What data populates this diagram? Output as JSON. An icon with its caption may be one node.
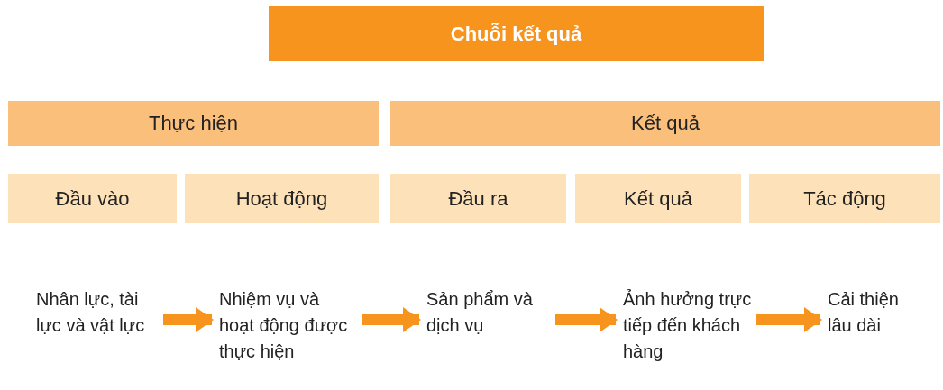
{
  "diagram": {
    "nodes": [
      {
        "text": [
          "Chuỗi kết quả"
        ]
      },
      {
        "text": [
          "Thực hiện"
        ]
      },
      {
        "text": [
          "Kết quả"
        ]
      },
      {
        "text": [
          "Đầu vào"
        ]
      },
      {
        "text": [
          "Hoạt động"
        ]
      },
      {
        "text": [
          "Đầu ra"
        ]
      },
      {
        "text": [
          "Kết quả"
        ]
      },
      {
        "text": [
          "Tác động"
        ]
      },
      {
        "text": [
          "Nhân lực, tài lực và vật lực"
        ]
      },
      {
        "text": [
          "Nhiệm vụ và hoạt động được thực hiện"
        ]
      },
      {
        "text": [
          "Sản phẩm và dịch vụ"
        ]
      },
      {
        "text": [
          "Ảnh hưởng trực tiếp đến khách hàng"
        ]
      },
      {
        "text": [
          "Cải thiện lâu dài"
        ]
      }
    ],
    "edges": [
      {
        "from": 8,
        "to": 9,
        "arrow": "to"
      },
      {
        "from": 9,
        "to": 10,
        "arrow": "to"
      },
      {
        "from": 10,
        "to": 11,
        "arrow": "to"
      },
      {
        "from": 11,
        "to": 12,
        "arrow": "to"
      }
    ]
  }
}
